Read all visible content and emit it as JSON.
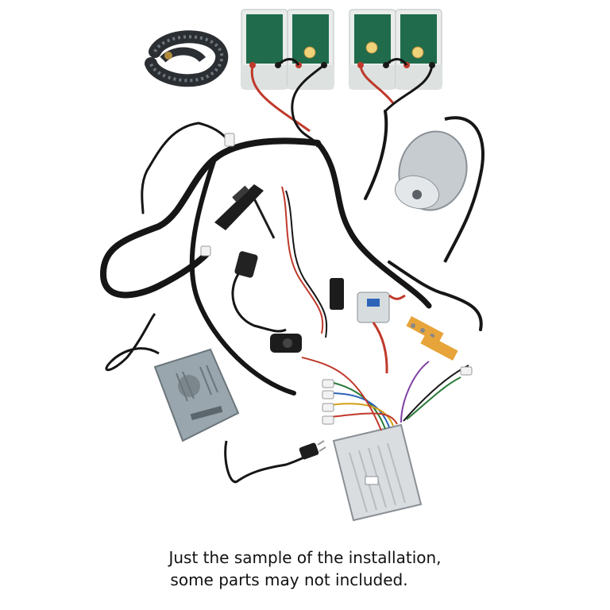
{
  "caption": {
    "line1": "Just the sample of the installation,",
    "line2": "some parts may not included."
  },
  "palette": {
    "background": "#ffffff",
    "battery_case": "#e9ecea",
    "battery_label": "#1f6b4b",
    "cable": "#161616",
    "red_wire": "#c0392b",
    "charger_body": "#9aa6ad",
    "controller_body": "#d9dde0",
    "motor_body": "#c7ccd1"
  },
  "parts": [
    "chain",
    "battery-1",
    "battery-2",
    "battery-3",
    "battery-4",
    "motor",
    "throttle-pedal",
    "key-switch",
    "charger",
    "controller",
    "circuit-breaker",
    "terminal-block",
    "power-plug"
  ]
}
